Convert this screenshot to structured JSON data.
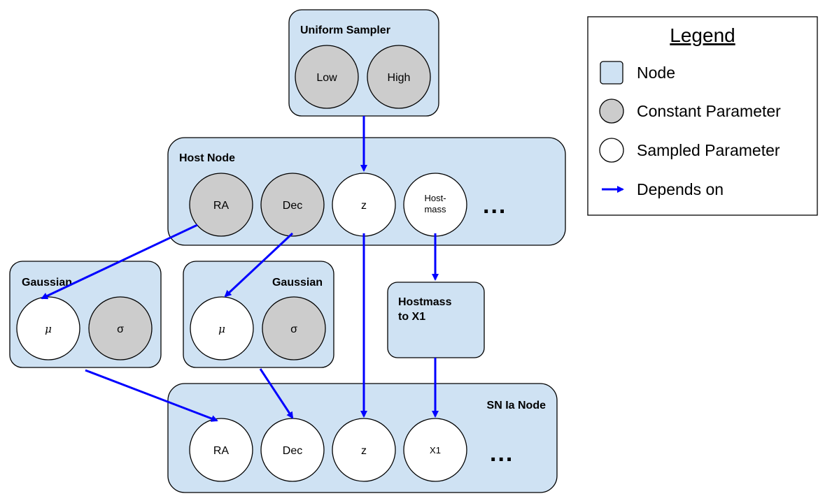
{
  "nodes": {
    "uniform_sampler": {
      "title": "Uniform Sampler",
      "params": [
        "Low",
        "High"
      ]
    },
    "host_node": {
      "title": "Host Node",
      "params": [
        "RA",
        "Dec",
        "z"
      ],
      "hostmass_line1": "Host-",
      "hostmass_line2": "mass",
      "ellipsis": "..."
    },
    "gaussian_left": {
      "title": "Gaussian",
      "mu": "μ",
      "sigma": "σ"
    },
    "gaussian_right": {
      "title": "Gaussian",
      "mu": "μ",
      "sigma": "σ"
    },
    "hostmass_to_x1": {
      "title_line1": "Hostmass",
      "title_line2": "to X1"
    },
    "sn_node": {
      "title": "SN Ia Node",
      "params": [
        "RA",
        "Dec",
        "z",
        "X1"
      ],
      "ellipsis": "..."
    }
  },
  "legend": {
    "title": "Legend",
    "items": [
      {
        "shape": "box",
        "label": "Node"
      },
      {
        "shape": "constant-circle",
        "label": "Constant Parameter"
      },
      {
        "shape": "sampled-circle",
        "label": "Sampled Parameter"
      },
      {
        "shape": "arrow",
        "label": "Depends on"
      }
    ]
  },
  "colors": {
    "node_fill": "#cfe2f3",
    "constant_fill": "#cccccc",
    "sampled_fill": "#ffffff",
    "edge": "#0000ff"
  }
}
